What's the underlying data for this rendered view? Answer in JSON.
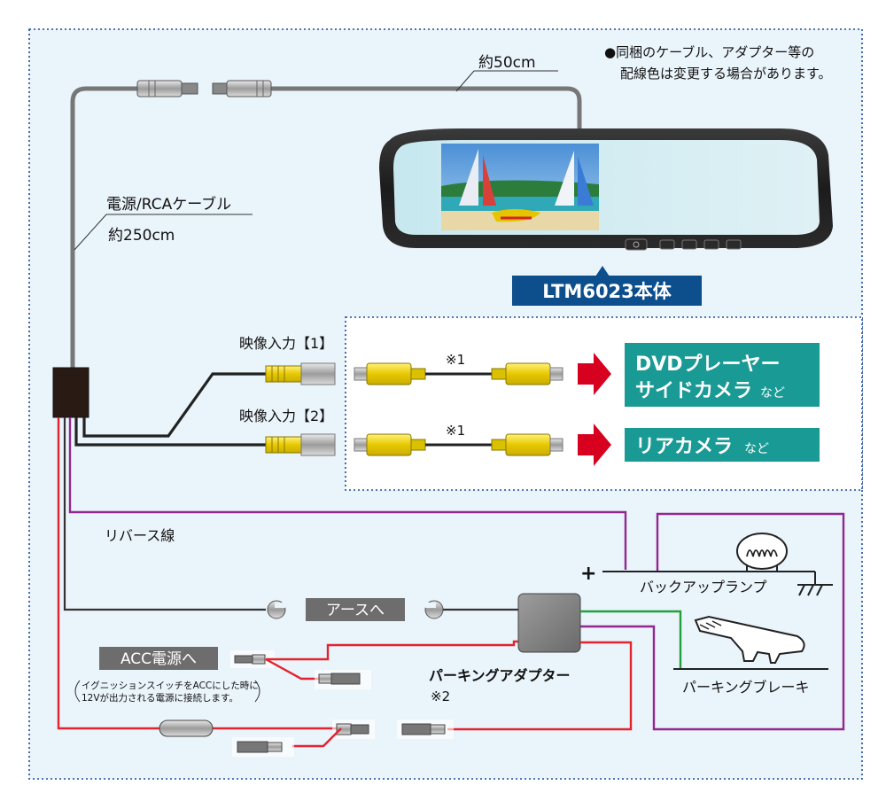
{
  "note": {
    "line1": "●同梱のケーブル、アダプター等の",
    "line2": "配線色は変更する場合があります。"
  },
  "labels": {
    "cable_length_top": "約50cm",
    "power_rca_cable": "電源/RCAケーブル",
    "power_rca_length": "約250cm",
    "main_unit": "LTM6023本体",
    "video_input_1": "映像入力【1】",
    "video_input_2": "映像入力【2】",
    "note_mark_1": "※1",
    "note_mark_1b": "※1",
    "dvd_player_line1": "DVDプレーヤー",
    "dvd_player_line2": "サイドカメラ",
    "nado_1": "など",
    "rear_camera": "リアカメラ",
    "nado_2": "など",
    "reverse_wire": "リバース線",
    "plus_sign": "+",
    "backup_lamp": "バックアップランプ",
    "ground": "アースへ",
    "acc_power": "ACC電源へ",
    "acc_note_line1": "イグニッションスイッチをACCにした時に",
    "acc_note_line2": "12Vが出力される電源に接続します。",
    "parking_adapter": "パーキングアダプター",
    "note_mark_2": "※2",
    "parking_brake": "パーキングブレーキ"
  },
  "colors": {
    "background_panel": "#eaf4fb",
    "dotted_border": "#1c4a9c",
    "teal_label": "#1a9a94",
    "navy_label": "#0d4f8c",
    "red_arrow": "#d7001f",
    "red_wire": "#e3232e",
    "purple_wire": "#92278f",
    "green_wire": "#22a03c",
    "rca_yellow": "#f5d800"
  }
}
